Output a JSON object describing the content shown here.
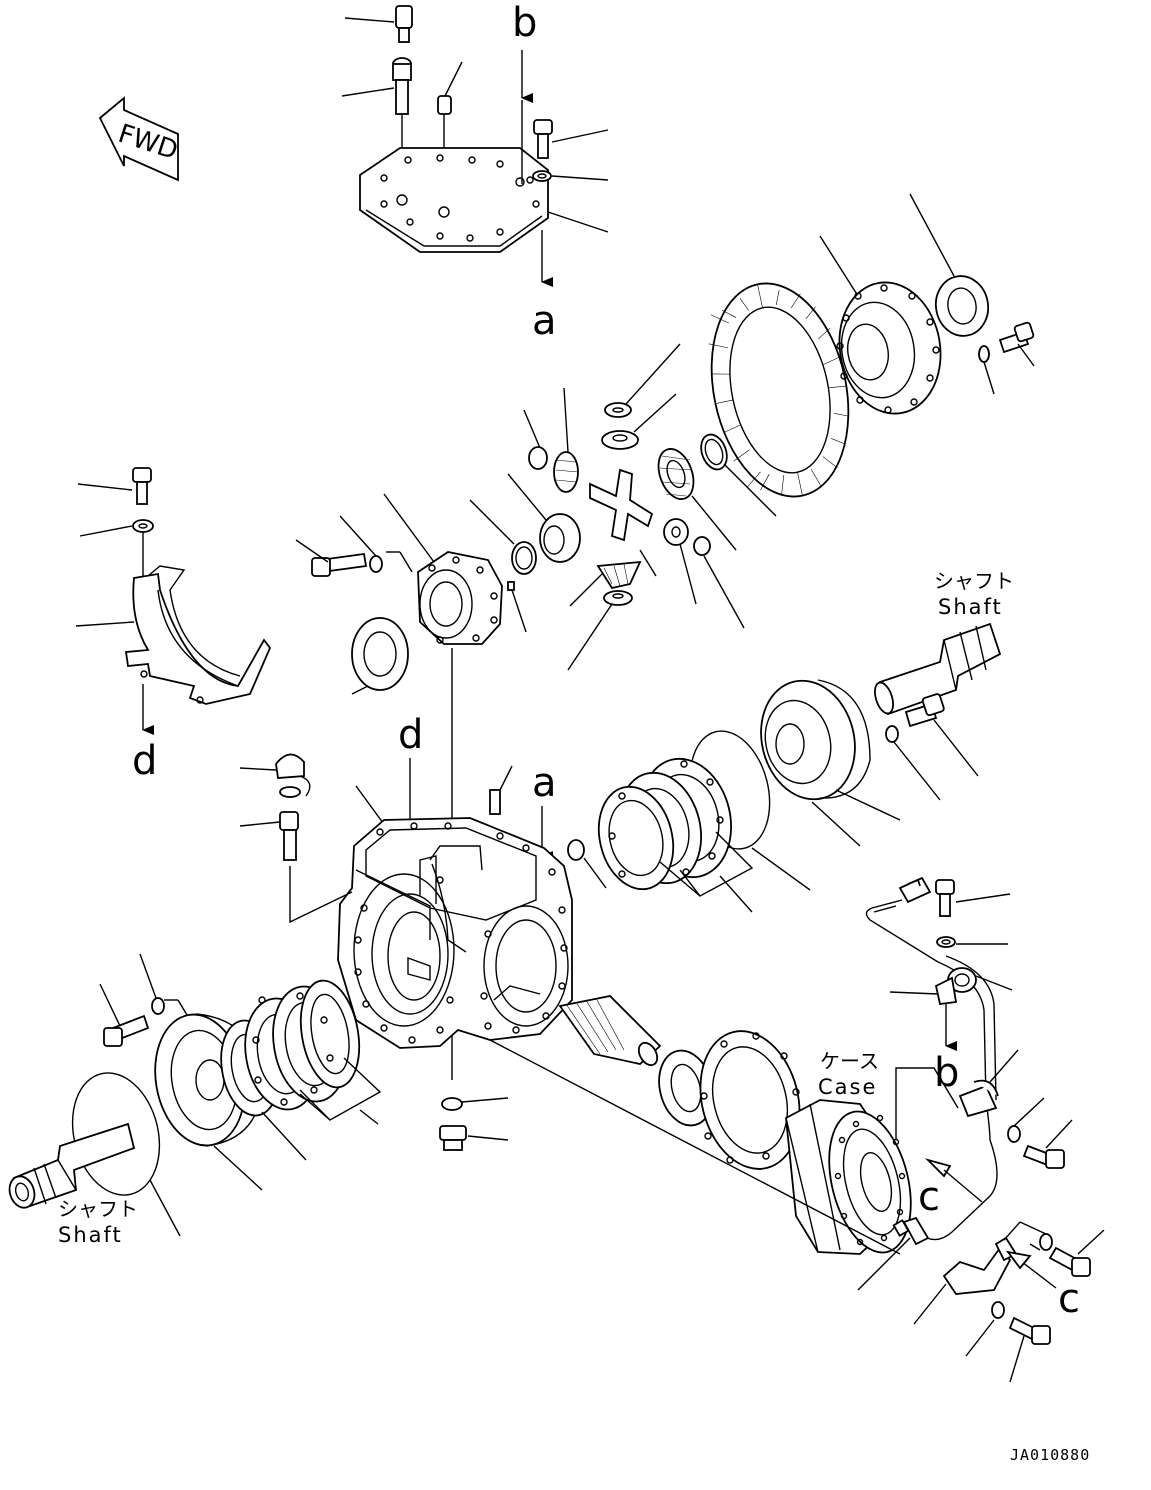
{
  "diagram": {
    "fwd_label": "FWD",
    "ref_labels": {
      "b_top": "b",
      "a_top": "a",
      "d_left": "d",
      "d_mid": "d",
      "a_mid": "a",
      "b_right": "b",
      "c_upper": "c",
      "c_lower": "c"
    },
    "shaft_right": {
      "jp": "シャフト",
      "en": "Shaft"
    },
    "shaft_left": {
      "jp": "シャフト",
      "en": "Shaft"
    },
    "case": {
      "jp": "ケース",
      "en": "Case"
    },
    "drawing_code": "JA010880",
    "colors": {
      "line": "#000000",
      "background": "#ffffff"
    }
  }
}
